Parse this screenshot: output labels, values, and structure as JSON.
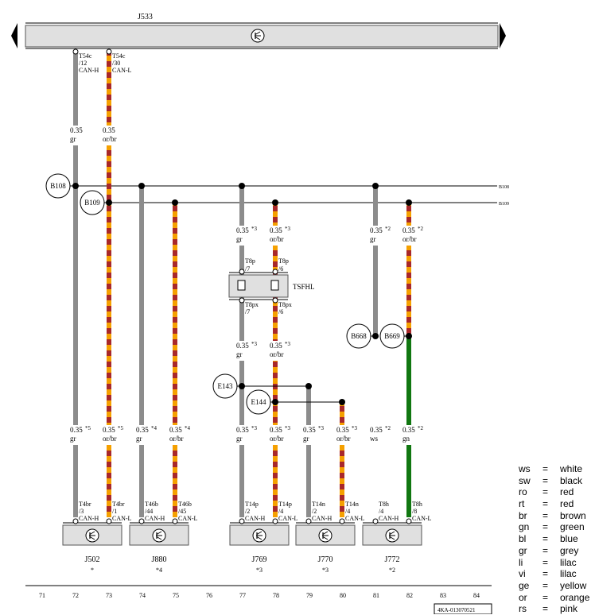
{
  "top_unit": {
    "name": "J533"
  },
  "tsfhl": {
    "name": "TSFHL",
    "pins": [
      {
        "top": "T8p",
        "top_pin": "/7",
        "bottom": "T8px",
        "bottom_pin": "/7"
      },
      {
        "top": "T8p",
        "top_pin": "/6",
        "bottom": "T8px",
        "bottom_pin": "/6"
      }
    ]
  },
  "splices": [
    "B108",
    "B109",
    "E143",
    "E144",
    "B668",
    "B669"
  ],
  "bus_end_labels": [
    "B108",
    "B109"
  ],
  "wire_labels": [
    {
      "size": "0.35",
      "color": "gr",
      "note": ""
    },
    {
      "size": "0.35",
      "color": "or/br",
      "note": ""
    },
    {
      "size": "0.35",
      "color": "gr",
      "note": "*3"
    },
    {
      "size": "0.35",
      "color": "or/br",
      "note": "*3"
    },
    {
      "size": "0.35",
      "color": "gr",
      "note": "*2"
    },
    {
      "size": "0.35",
      "color": "or/br",
      "note": "*2"
    },
    {
      "size": "0.35",
      "color": "gr",
      "note": "*3"
    },
    {
      "size": "0.35",
      "color": "or/br",
      "note": "*3"
    },
    {
      "size": "0.35",
      "color": "gr",
      "note": "*5"
    },
    {
      "size": "0.35",
      "color": "or/br",
      "note": "*5"
    },
    {
      "size": "0.35",
      "color": "gr",
      "note": "*4"
    },
    {
      "size": "0.35",
      "color": "or/br",
      "note": "*4"
    },
    {
      "size": "0.35",
      "color": "gr",
      "note": "*3"
    },
    {
      "size": "0.35",
      "color": "or/br",
      "note": "*3"
    },
    {
      "size": "0.35",
      "color": "gr",
      "note": "*3"
    },
    {
      "size": "0.35",
      "color": "or/br",
      "note": "*3"
    },
    {
      "size": "0.35",
      "color": "ws",
      "note": "*2"
    },
    {
      "size": "0.35",
      "color": "gn",
      "note": "*2"
    }
  ],
  "top_connectors": [
    {
      "conn": "T54c",
      "pin": "/12",
      "signal": "CAN-H"
    },
    {
      "conn": "T54c",
      "pin": "/30",
      "signal": "CAN-L"
    }
  ],
  "bottom_connectors": [
    {
      "conn": "T4br",
      "pin": "/3",
      "signal": "CAN-H"
    },
    {
      "conn": "T4br",
      "pin": "/1",
      "signal": "CAN-L"
    },
    {
      "conn": "T46b",
      "pin": "/44",
      "signal": "CAN-H"
    },
    {
      "conn": "T46b",
      "pin": "/45",
      "signal": "CAN-L"
    },
    {
      "conn": "T14p",
      "pin": "/2",
      "signal": "CAN-H"
    },
    {
      "conn": "T14p",
      "pin": "/4",
      "signal": "CAN-L"
    },
    {
      "conn": "T14n",
      "pin": "/2",
      "signal": "CAN-H"
    },
    {
      "conn": "T14n",
      "pin": "/4",
      "signal": "CAN-L"
    },
    {
      "conn": "T8h",
      "pin": "/4",
      "signal": "CAN-H"
    },
    {
      "conn": "T8h",
      "pin": "/8",
      "signal": "CAN-L"
    }
  ],
  "bottom_units": [
    {
      "name": "J502",
      "note": "*"
    },
    {
      "name": "J880",
      "note": "*4"
    },
    {
      "name": "J769",
      "note": "*3"
    },
    {
      "name": "J770",
      "note": "*3"
    },
    {
      "name": "J772",
      "note": "*2"
    }
  ],
  "columns": [
    "71",
    "72",
    "73",
    "74",
    "75",
    "76",
    "77",
    "78",
    "79",
    "80",
    "81",
    "82",
    "83",
    "84"
  ],
  "doc_id": "4KA-013070521",
  "legend": [
    {
      "code": "ws",
      "eq": "=",
      "name": "white"
    },
    {
      "code": "sw",
      "eq": "=",
      "name": "black"
    },
    {
      "code": "ro",
      "eq": "=",
      "name": "red"
    },
    {
      "code": "rt",
      "eq": "=",
      "name": "red"
    },
    {
      "code": "br",
      "eq": "=",
      "name": "brown"
    },
    {
      "code": "gn",
      "eq": "=",
      "name": "green"
    },
    {
      "code": "bl",
      "eq": "=",
      "name": "blue"
    },
    {
      "code": "gr",
      "eq": "=",
      "name": "grey"
    },
    {
      "code": "li",
      "eq": "=",
      "name": "lilac"
    },
    {
      "code": "vi",
      "eq": "=",
      "name": "lilac"
    },
    {
      "code": "ge",
      "eq": "=",
      "name": "yellow"
    },
    {
      "code": "or",
      "eq": "=",
      "name": "orange"
    },
    {
      "code": "rs",
      "eq": "=",
      "name": "pink"
    }
  ],
  "colors": {
    "grey_wire": "#8c8c8c",
    "orange": "#f5a000",
    "brown": "#a8282a",
    "green": "#117711",
    "unit_fill": "#e0e0e0"
  }
}
